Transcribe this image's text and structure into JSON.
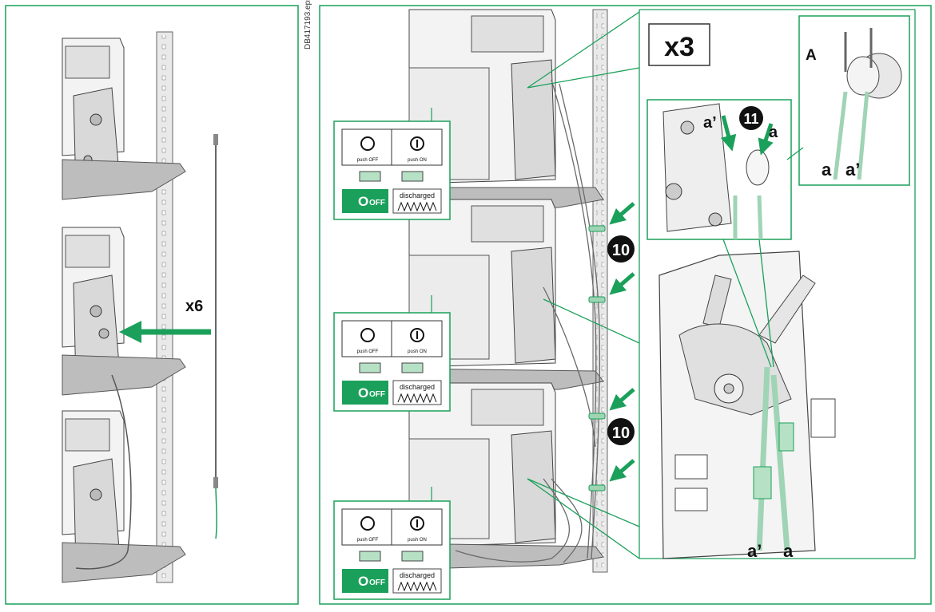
{
  "figure_id": "DB417193.eps",
  "left_panel": {
    "quantity_label": "x6"
  },
  "right_panel": {
    "quantity_label": "x3",
    "step_labels": [
      "10",
      "10",
      "11"
    ],
    "callout_labels": {
      "A": "A",
      "a": "a",
      "a_prime": "a’"
    }
  },
  "indicator_panel": {
    "push_off": "push OFF",
    "push_on": "push ON",
    "off_text": "OFF",
    "off_symbol": "O",
    "discharged": "discharged"
  },
  "colors": {
    "accent_green": "#1aa05a",
    "outline": "#555555",
    "panel_grey": "#bdbdbd",
    "rail_grey": "#dcdcdc"
  }
}
